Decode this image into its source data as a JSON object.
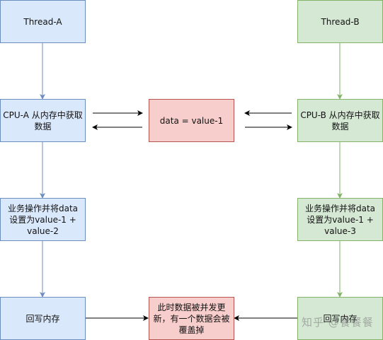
{
  "nodes": {
    "thread_a": "Thread-A",
    "thread_b": "Thread-B",
    "cpu_a_fetch": "CPU-A 从内存中获取数据",
    "cpu_b_fetch": "CPU-B 从内存中获取数据",
    "memory_data": "data = value-1",
    "op_a": "业务操作并将data 设置为value-1 + value-2",
    "op_b": "业务操作并将data 设置为value-1 + value-3",
    "writeback_a": "回写内存",
    "writeback_b": "回写内存",
    "overwrite_note": "此时数据被并发更新，有一个数据会被覆盖掉"
  },
  "watermark": "知乎 @餐餐餐",
  "colors": {
    "blue_fill": "#dae8fc",
    "blue_stroke": "#6c8ebf",
    "green_fill": "#d5e8d4",
    "green_stroke": "#82b366",
    "red_fill": "#f8cecc",
    "red_stroke": "#b85450",
    "arrow": "#000000"
  }
}
